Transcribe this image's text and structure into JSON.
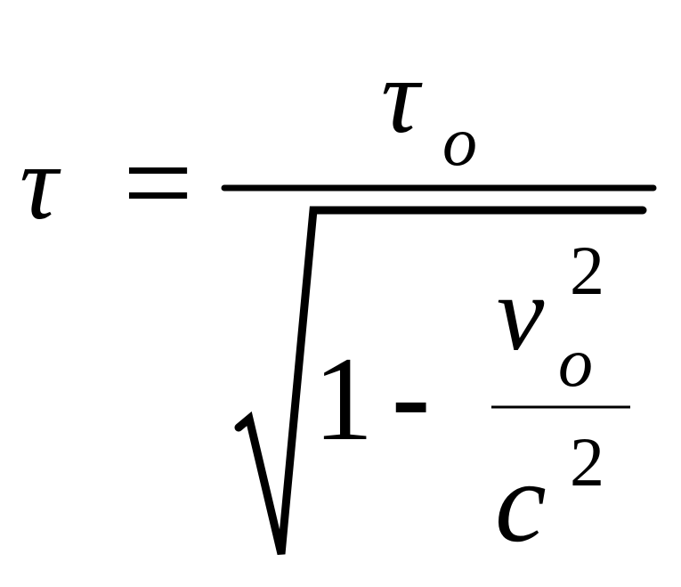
{
  "equation": {
    "lhs": {
      "symbol": "τ"
    },
    "equals": "=",
    "numerator": {
      "symbol": "τ",
      "subscript": "o"
    },
    "denominator": {
      "one": "1",
      "minus": "-",
      "inner_fraction": {
        "numerator": {
          "symbol": "v",
          "subscript": "o",
          "superscript": "2"
        },
        "denominator": {
          "symbol": "c",
          "superscript": "2"
        }
      }
    }
  }
}
